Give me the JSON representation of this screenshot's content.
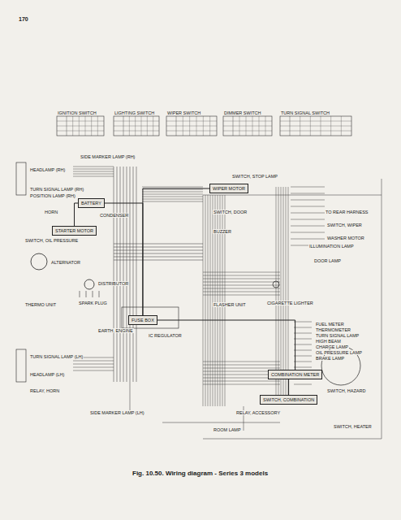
{
  "diagram": {
    "caption": "Fig. 10.50. Wiring diagram - Series 3 models",
    "nodes": [
      {
        "text": [
          "BATTERY"
        ]
      },
      {
        "text": [
          "STARTER MOTOR"
        ]
      },
      {
        "text": [
          "FUSE BOX"
        ]
      },
      {
        "text": [
          "COMBINATION METER"
        ]
      },
      {
        "text": [
          "WIPER MOTOR"
        ]
      },
      {
        "text": [
          "SWITCH, COMBINATION"
        ]
      }
    ],
    "edges": [
      {
        "from": 0,
        "to": 1,
        "arrow": "none"
      },
      {
        "from": 0,
        "to": 2,
        "arrow": "none"
      },
      {
        "from": 2,
        "to": 3,
        "arrow": "none"
      },
      {
        "from": 4,
        "to": 2,
        "arrow": "none"
      },
      {
        "from": 3,
        "to": 5,
        "arrow": "none"
      }
    ],
    "labels": [
      "170",
      "IGNITION SWITCH",
      "LIGHTING SWITCH",
      "WIPER SWITCH",
      "DIMMER SWITCH",
      "TURN SIGNAL SWITCH",
      "SIDE MARKER LAMP (RH)",
      "HEADLAMP (RH)",
      "TURN SIGNAL LAMP (RH)",
      "POSITION LAMP (RH)",
      "HORN",
      "CONDENSER",
      "SWITCH, OIL PRESSURE",
      "ALTERNATOR",
      "SPARK PLUG",
      "THERMO UNIT",
      "DISTRIBUTOR",
      "IC REGULATOR",
      "EARTH, ENGINE",
      "TURN SIGNAL LAMP (LH)",
      "HEADLAMP (LH)",
      "RELAY, HORN",
      "SIDE MARKER LAMP (LH)",
      "SWITCH, STOP LAMP",
      "SWITCH, DOOR",
      "BUZZER",
      "FLASHER UNIT",
      "CIGARETTE LIGHTER",
      "TO REAR HARNESS",
      "SWITCH, WIPER",
      "ILLUMINATION LAMP",
      "DOOR LAMP",
      "FUEL METER",
      "THERMOMETER",
      "TURN SIGNAL LAMP",
      "HIGH BEAM",
      "CHARGE LAMP",
      "OIL PRESSURE LAMP",
      "BRAKE LAMP",
      "SWITCH, HAZARD",
      "RELAY, ACCESSORY",
      "ROOM LAMP",
      "SWITCH, HEATER",
      "WASHER MOTOR"
    ]
  }
}
